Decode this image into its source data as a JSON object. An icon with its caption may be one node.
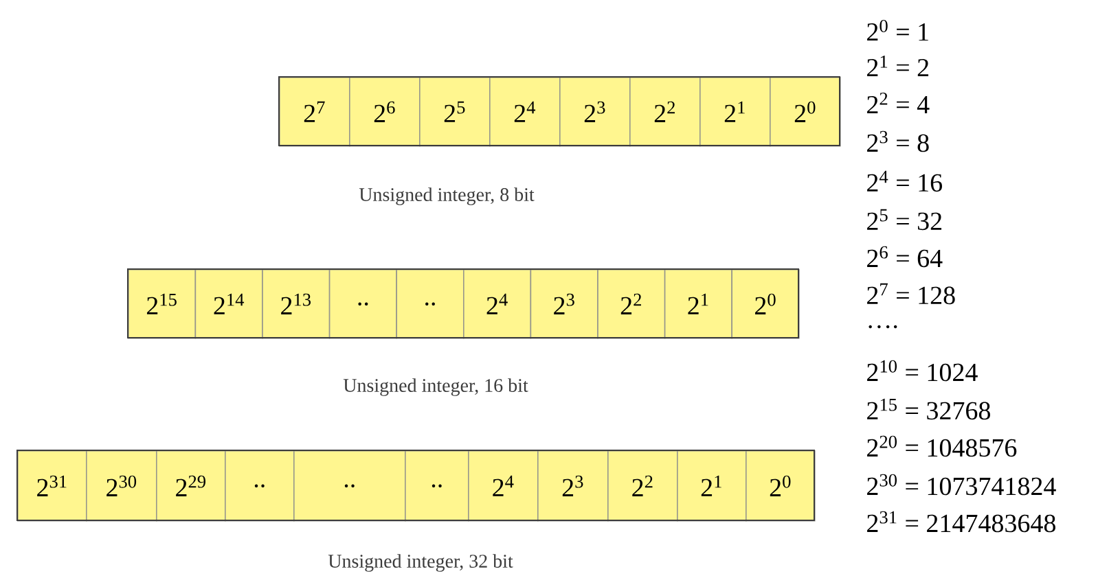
{
  "diagram": {
    "nodes": [
      {
        "text": [
          "2$^{7}$"
        ]
      },
      {
        "text": [
          "2$^{6}$"
        ]
      },
      {
        "text": [
          "2$^{5}$"
        ]
      },
      {
        "text": [
          "2$^{4}$"
        ]
      },
      {
        "text": [
          "2$^{3}$"
        ]
      },
      {
        "text": [
          "2$^{2}$"
        ]
      },
      {
        "text": [
          "2$^{1}$"
        ]
      },
      {
        "text": [
          "2$^{0}$"
        ]
      },
      {
        "text": [
          "2$^{15}$"
        ]
      },
      {
        "text": [
          "2$^{14}$"
        ]
      },
      {
        "text": [
          "2$^{13}$"
        ]
      },
      {
        "text": [
          ".."
        ]
      },
      {
        "text": [
          ".."
        ]
      },
      {
        "text": [
          "2$^{4}$"
        ]
      },
      {
        "text": [
          "2$^{3}$"
        ]
      },
      {
        "text": [
          "2$^{2}$"
        ]
      },
      {
        "text": [
          "2$^{1}$"
        ]
      },
      {
        "text": [
          "2$^{0}$"
        ]
      },
      {
        "text": [
          "2$^{31}$"
        ]
      },
      {
        "text": [
          "2$^{30}$"
        ]
      },
      {
        "text": [
          "2$^{29}$"
        ]
      },
      {
        "text": [
          ".."
        ]
      },
      {
        "text": [
          ".."
        ]
      },
      {
        "text": [
          ".."
        ]
      },
      {
        "text": [
          "2$^{4}$"
        ]
      },
      {
        "text": [
          "2$^{3}$"
        ]
      },
      {
        "text": [
          "2$^{2}$"
        ]
      },
      {
        "text": [
          "2$^{1}$"
        ]
      },
      {
        "text": [
          "2$^{0}$"
        ]
      }
    ],
    "labels": [
      "2$^{0}$ = 1",
      "2$^{1}$ = 2",
      "2$^{2}$ = 4",
      "2$^{3}$ = 8",
      "2$^{4}$ = 16",
      "2$^{5}$ = 32",
      "2$^{6}$ = 64",
      "2$^{7}$ = 128",
      "….",
      "2$^{10}$ = 1024",
      "2$^{15}$ = 32768",
      "2$^{20}$ = 1048576",
      "2$^{30}$ = 1073741824",
      "2$^{31}$ = 2147483648",
      "Unsigned integer, 8 bit",
      "Unsigned integer, 16 bit",
      "Unsigned integer, 32 bit"
    ]
  }
}
